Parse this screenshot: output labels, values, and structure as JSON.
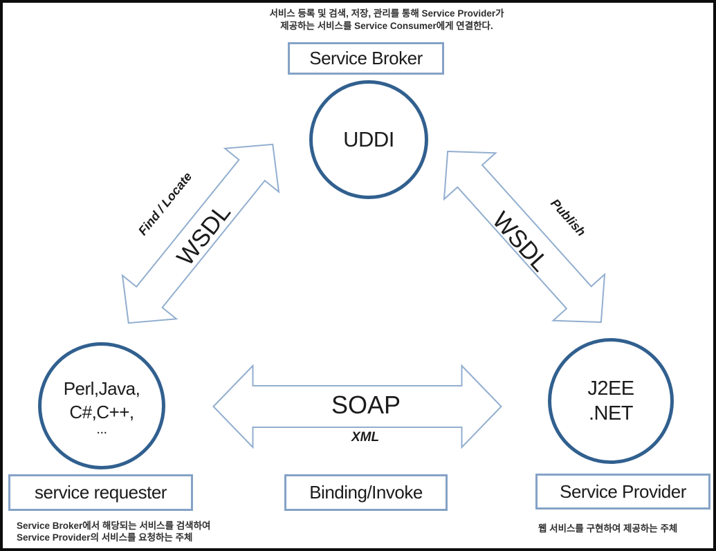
{
  "colors": {
    "frame_border": "#0d0d0d",
    "circle_border": "#31608f",
    "box_border": "#84a2c6",
    "arrow_outline": "#92aecf",
    "text": "#1b1b1b"
  },
  "note_top": {
    "line1": "서비스 등록 및 검색, 저장, 관리를 통해 Service Provider가",
    "line2": "제공하는 서비스를 Service Consumer에게 연결한다."
  },
  "broker": {
    "box_label": "Service Broker",
    "circle_label": "UDDI"
  },
  "requester": {
    "circle_lines": [
      "Perl,Java,",
      "C#,C++,",
      "..."
    ],
    "box_label": "service requester",
    "note_line1": "Service Broker에서 해당되는 서비스를 검색하여",
    "note_line2": "Service Provider의 서비스를 요청하는 주체"
  },
  "provider": {
    "circle_lines": [
      "J2EE",
      ".NET"
    ],
    "box_label": "Service Provider",
    "note": "웹 서비스를 구현하여 제공하는 주체"
  },
  "arrows": {
    "left": {
      "label_action": "Find / Locate",
      "label_protocol": "WSDL"
    },
    "right": {
      "label_action": "Publish",
      "label_protocol": "WSDL"
    },
    "bottom": {
      "label_protocol": "SOAP",
      "label_format": "XML",
      "box_label": "Binding/Invoke"
    }
  }
}
